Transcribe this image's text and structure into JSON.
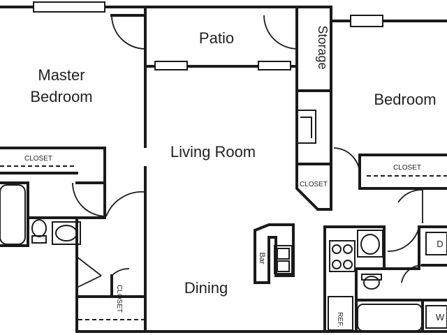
{
  "rooms": {
    "master_bedroom_line1": "Master",
    "master_bedroom_line2": "Bedroom",
    "patio": "Patio",
    "storage": "Storage",
    "bedroom": "Bedroom",
    "living_room": "Living Room",
    "dining": "Dining"
  },
  "fixtures": {
    "closet_master": "CLOSET",
    "closet_bedroom": "CLOSET",
    "closet_living": "CLOSET",
    "closet_hall": "CLOSET",
    "bar": "Bar",
    "ref": "REF.",
    "dryer": "D",
    "washer": "W"
  },
  "colors": {
    "wall": "#1a1a1a",
    "background": "#ffffff"
  }
}
